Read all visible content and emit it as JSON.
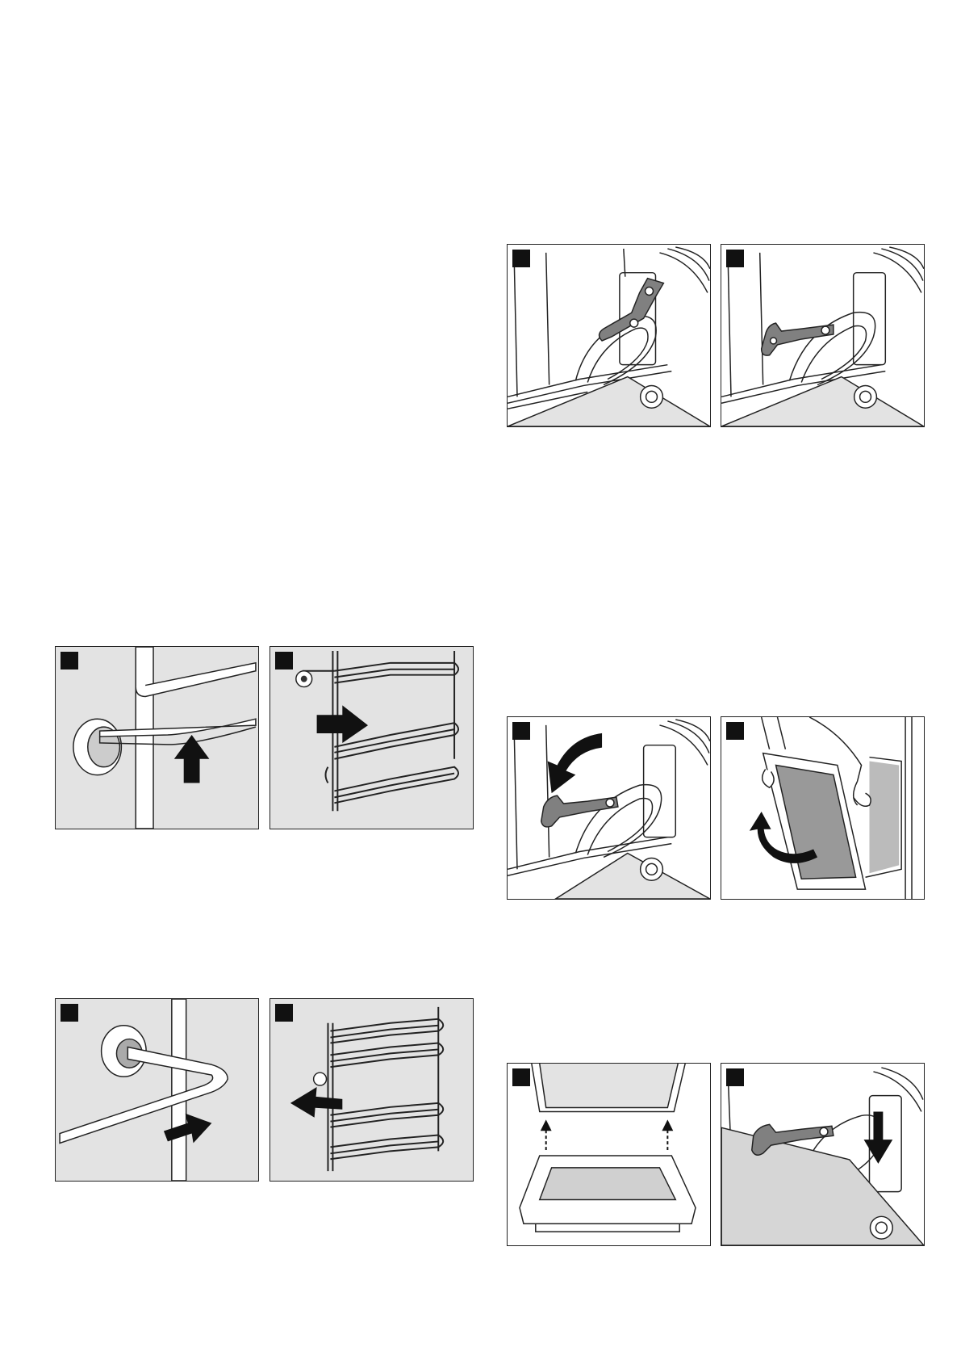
{
  "page": {
    "figures": [
      {
        "id": "a",
        "step_labels": [
          "",
          ""
        ]
      },
      {
        "id": "b",
        "step_labels": [
          "",
          ""
        ]
      },
      {
        "id": "c",
        "step_labels": [
          "",
          ""
        ]
      },
      {
        "id": "d",
        "step_labels": [
          "",
          ""
        ]
      },
      {
        "id": "e",
        "step_labels": [
          "",
          ""
        ]
      }
    ]
  },
  "colors": {
    "panel_gray": "#e3e3e3",
    "hinge_lever": "#808080",
    "line": "#222222"
  },
  "icons": [
    "arrow-up-icon",
    "arrow-right-icon",
    "arrow-left-icon",
    "arrow-down-icon",
    "rotate-arrow-icon",
    "dashed-up-arrow-icon"
  ]
}
